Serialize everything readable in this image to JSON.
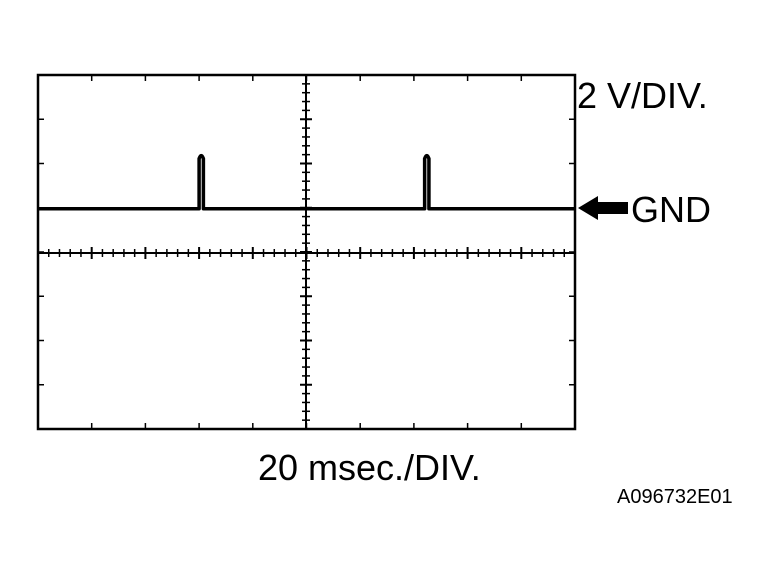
{
  "figure": {
    "vertical_scale_label": "2 V/DIV.",
    "ground_label": "GND",
    "horizontal_scale_label": "20 msec./DIV.",
    "figure_id": "A096732E01"
  },
  "waveform": {
    "ground_division": 1,
    "pulse_peak_divisions": 2.2,
    "pulse_start_divisions": [
      3.0,
      7.2
    ],
    "pulse_width_divisions": 0.08
  },
  "colors": {
    "ink": "#000000",
    "background": "#ffffff"
  },
  "icons": {
    "ground_marker": "arrow-left-icon"
  }
}
